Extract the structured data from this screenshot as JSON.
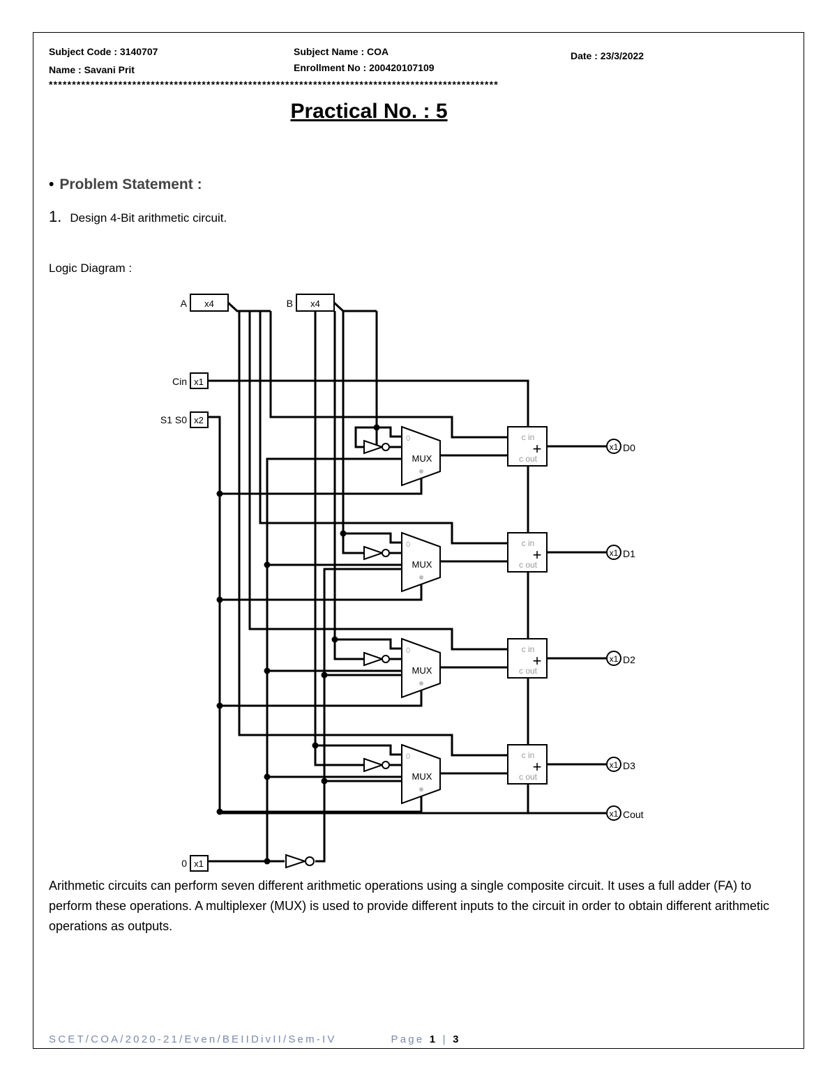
{
  "header": {
    "subject_code": "Subject Code : 3140707",
    "name": "Name : Savani Prit",
    "subject_name": "Subject Name : COA",
    "enrollment": "Enrollment No : 200420107109",
    "date": "Date : 23/3/2022",
    "separator": "*************************************************************************************************"
  },
  "title": "Practical No. : 5",
  "problem_heading": "Problem Statement :",
  "problem_number": "1.",
  "problem_text": "Design 4-Bit arithmetic circuit.",
  "logic_label": "Logic Diagram :",
  "diagram": {
    "input_a": "A",
    "input_b": "B",
    "bus_width_4": "x4",
    "bus_width_1": "x1",
    "bus_width_2": "x2",
    "input_cin": "Cin",
    "input_select": "S1 S0",
    "constant_zero": "0",
    "mux_label": "MUX",
    "mux_zero": "0",
    "adder_cin": "c in",
    "adder_cout": "c out",
    "adder_plus": "+",
    "outputs": [
      "D0",
      "D1",
      "D2",
      "D3",
      "Cout"
    ]
  },
  "paragraph": "Arithmetic circuits can perform seven different arithmetic operations using a single composite circuit. It uses a full adder (FA) to perform these operations. A multiplexer (MUX) is used to provide different inputs to the circuit in order to obtain different arithmetic operations as outputs.",
  "footer": {
    "course": "SCET/COA/2020-21/Even/BEIIDivII/Sem-IV",
    "page_word": "Page",
    "page_number": "1",
    "page_total": "3"
  }
}
